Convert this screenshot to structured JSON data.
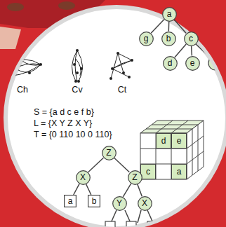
{
  "diagram": {
    "nodes": [
      {
        "text": [
          "a"
        ]
      },
      {
        "text": [
          "g"
        ]
      },
      {
        "text": [
          "b"
        ]
      },
      {
        "text": [
          "c"
        ]
      },
      {
        "text": [
          "d"
        ]
      },
      {
        "text": [
          "e"
        ]
      },
      {
        "text": [
          "d"
        ]
      },
      {
        "text": [
          "e"
        ]
      },
      {
        "text": [
          "c"
        ]
      },
      {
        "text": [
          "a"
        ]
      },
      {
        "text": [
          "Z"
        ]
      },
      {
        "text": [
          "X"
        ]
      },
      {
        "text": [
          "Z"
        ]
      },
      {
        "text": [
          "a"
        ]
      },
      {
        "text": [
          "b"
        ]
      },
      {
        "text": [
          "Y"
        ]
      },
      {
        "text": [
          "X"
        ]
      }
    ],
    "edges": [
      {
        "from": 0,
        "to": 1,
        "arrow": "none"
      },
      {
        "from": 0,
        "to": 2,
        "arrow": "none"
      },
      {
        "from": 0,
        "to": 3,
        "arrow": "none"
      },
      {
        "from": 3,
        "to": 4,
        "arrow": "none"
      },
      {
        "from": 3,
        "to": 5,
        "arrow": "none"
      },
      {
        "from": 10,
        "to": 11,
        "arrow": "none"
      },
      {
        "from": 10,
        "to": 12,
        "arrow": "none"
      },
      {
        "from": 11,
        "to": 13,
        "arrow": "none"
      },
      {
        "from": 11,
        "to": 14,
        "arrow": "none"
      },
      {
        "from": 12,
        "to": 15,
        "arrow": "none"
      },
      {
        "from": 12,
        "to": 16,
        "arrow": "none"
      }
    ],
    "labels": [
      "Ch",
      "Cv",
      "Ct",
      "S = {a d c e f b}",
      "L = {X Y Z X Y}",
      "T = {0 110 10 0 110}"
    ]
  }
}
